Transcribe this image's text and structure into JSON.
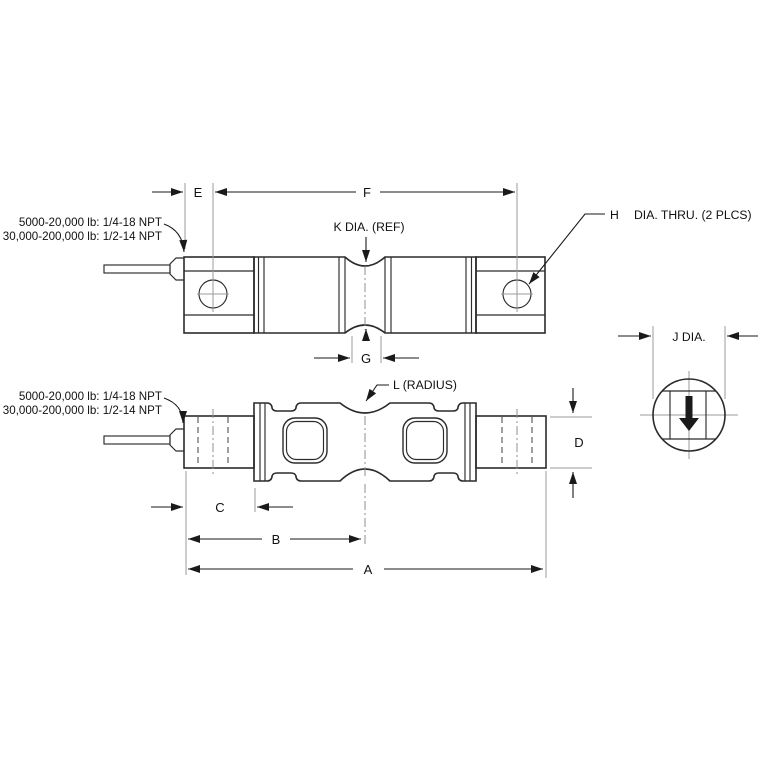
{
  "diagram": {
    "colors": {
      "background": "#ffffff",
      "outline": "#2b2b2b",
      "dimension": "#1a1a1a",
      "thin_lines": "#9b9b9b"
    },
    "port_note": {
      "line1": "5000-20,000 lb: 1/4-18 NPT",
      "line2": "30,000-200,000 lb: 1/2-14 NPT"
    },
    "labels": {
      "e": "E",
      "f": "F",
      "g": "G",
      "a": "A",
      "b": "B",
      "c": "C",
      "d": "D",
      "h_letter": "H",
      "h_text": "DIA. THRU. (2 PLCS)",
      "j_dia": "J DIA.",
      "k_dia": "K DIA. (REF)",
      "l_radius": "L (RADIUS)"
    }
  }
}
